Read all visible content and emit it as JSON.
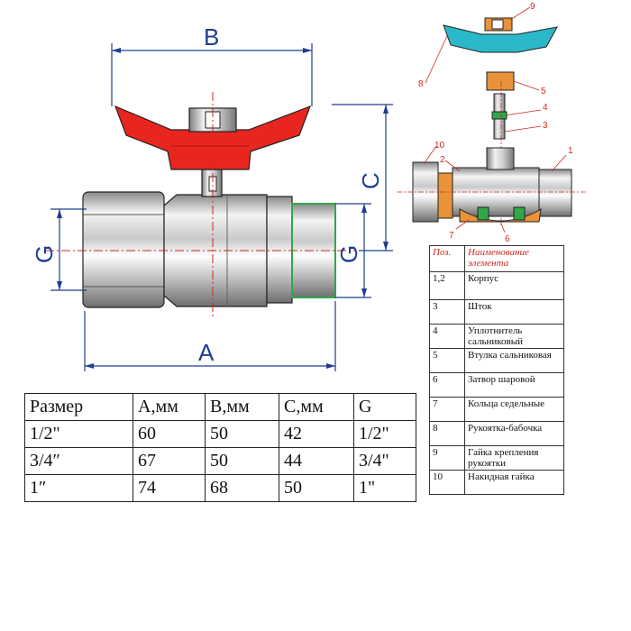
{
  "dimensions": {
    "a": "A",
    "b": "B",
    "c": "C",
    "g_left": "G",
    "g_right": "G"
  },
  "callouts": [
    "1",
    "2",
    "3",
    "4",
    "5",
    "6",
    "7",
    "8",
    "9",
    "10"
  ],
  "colors": {
    "handle": "#e8261f",
    "handle_exploded": "#2bb8c8",
    "dimension_lines": "#1f3d8f",
    "center_lines": "#d0281e",
    "thread_outline": "#2fa84a",
    "brass": "#e8923a"
  },
  "size_table": {
    "headers": [
      "Размер",
      "A,мм",
      "B,мм",
      "C,мм",
      "G"
    ],
    "rows": [
      [
        "1/2\"",
        "60",
        "50",
        "42",
        "1/2\""
      ],
      [
        "3/4″",
        "67",
        "50",
        "44",
        "3/4\""
      ],
      [
        "1″",
        "74",
        "68",
        "50",
        "1\""
      ]
    ]
  },
  "parts_table": {
    "headers": [
      "Поз.",
      "Наименование элемента"
    ],
    "rows": [
      [
        "1,2",
        "Корпус"
      ],
      [
        "3",
        "Шток"
      ],
      [
        "4",
        "Уплотнитель сальниковый"
      ],
      [
        "5",
        "Втулка сальниковая"
      ],
      [
        "6",
        "Затвор шаровой"
      ],
      [
        "7",
        "Кольца седельные"
      ],
      [
        "8",
        "Рукоятка-бабочка"
      ],
      [
        "9",
        "Гайка крепления рукоятки"
      ],
      [
        "10",
        "Накидная гайка"
      ]
    ]
  }
}
